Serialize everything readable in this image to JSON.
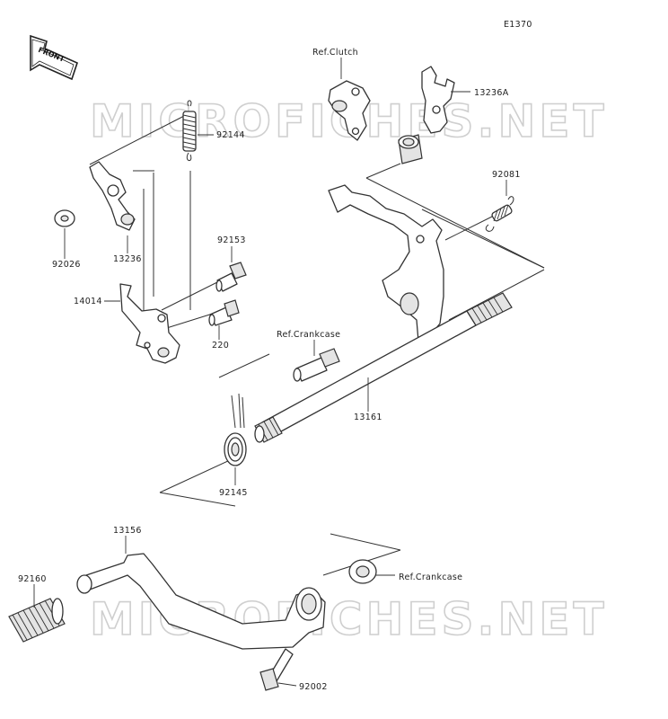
{
  "diagram": {
    "code": "E1370",
    "front_label": "FRONT",
    "watermark": "MICROFICHES.NET",
    "parts": [
      {
        "id": "p92144",
        "label": "92144"
      },
      {
        "id": "p13236",
        "label": "13236"
      },
      {
        "id": "p92026",
        "label": "92026"
      },
      {
        "id": "p14014",
        "label": "14014"
      },
      {
        "id": "p92153",
        "label": "92153"
      },
      {
        "id": "p220",
        "label": "220"
      },
      {
        "id": "p13236A",
        "label": "13236A"
      },
      {
        "id": "p92081",
        "label": "92081"
      },
      {
        "id": "p13161",
        "label": "13161"
      },
      {
        "id": "p92145",
        "label": "92145"
      },
      {
        "id": "p13156",
        "label": "13156"
      },
      {
        "id": "p92160",
        "label": "92160"
      },
      {
        "id": "p92002",
        "label": "92002"
      }
    ],
    "references": [
      {
        "id": "ref_clutch",
        "label": "Ref.Clutch"
      },
      {
        "id": "ref_crankcase_1",
        "label": "Ref.Crankcase"
      },
      {
        "id": "ref_crankcase_2",
        "label": "Ref.Crankcase"
      }
    ]
  }
}
